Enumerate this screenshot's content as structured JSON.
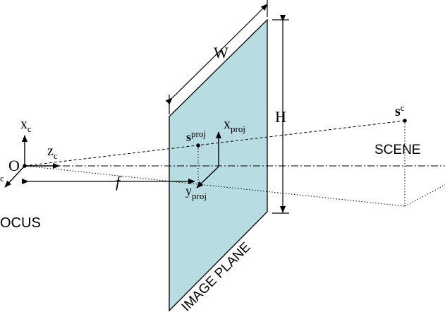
{
  "labels": {
    "origin": "O",
    "x_axis": "x",
    "x_axis_sub": "c",
    "z_axis": "z",
    "z_axis_sub": "c",
    "y_axis_sub": "c",
    "focus": "OCUS",
    "focal_length": "f",
    "width": "W",
    "height": "H",
    "s_proj": "s",
    "s_proj_sup": "proj",
    "x_proj": "x",
    "x_proj_sub": "proj",
    "y_proj": "y",
    "y_proj_sub": "proj",
    "scene_point": "s",
    "scene_point_sup": "c",
    "scene": "SCENE",
    "image_plane": "IMAGE PLANE"
  },
  "colors": {
    "plane_fill": "#b7dde2",
    "stroke": "#000000"
  }
}
